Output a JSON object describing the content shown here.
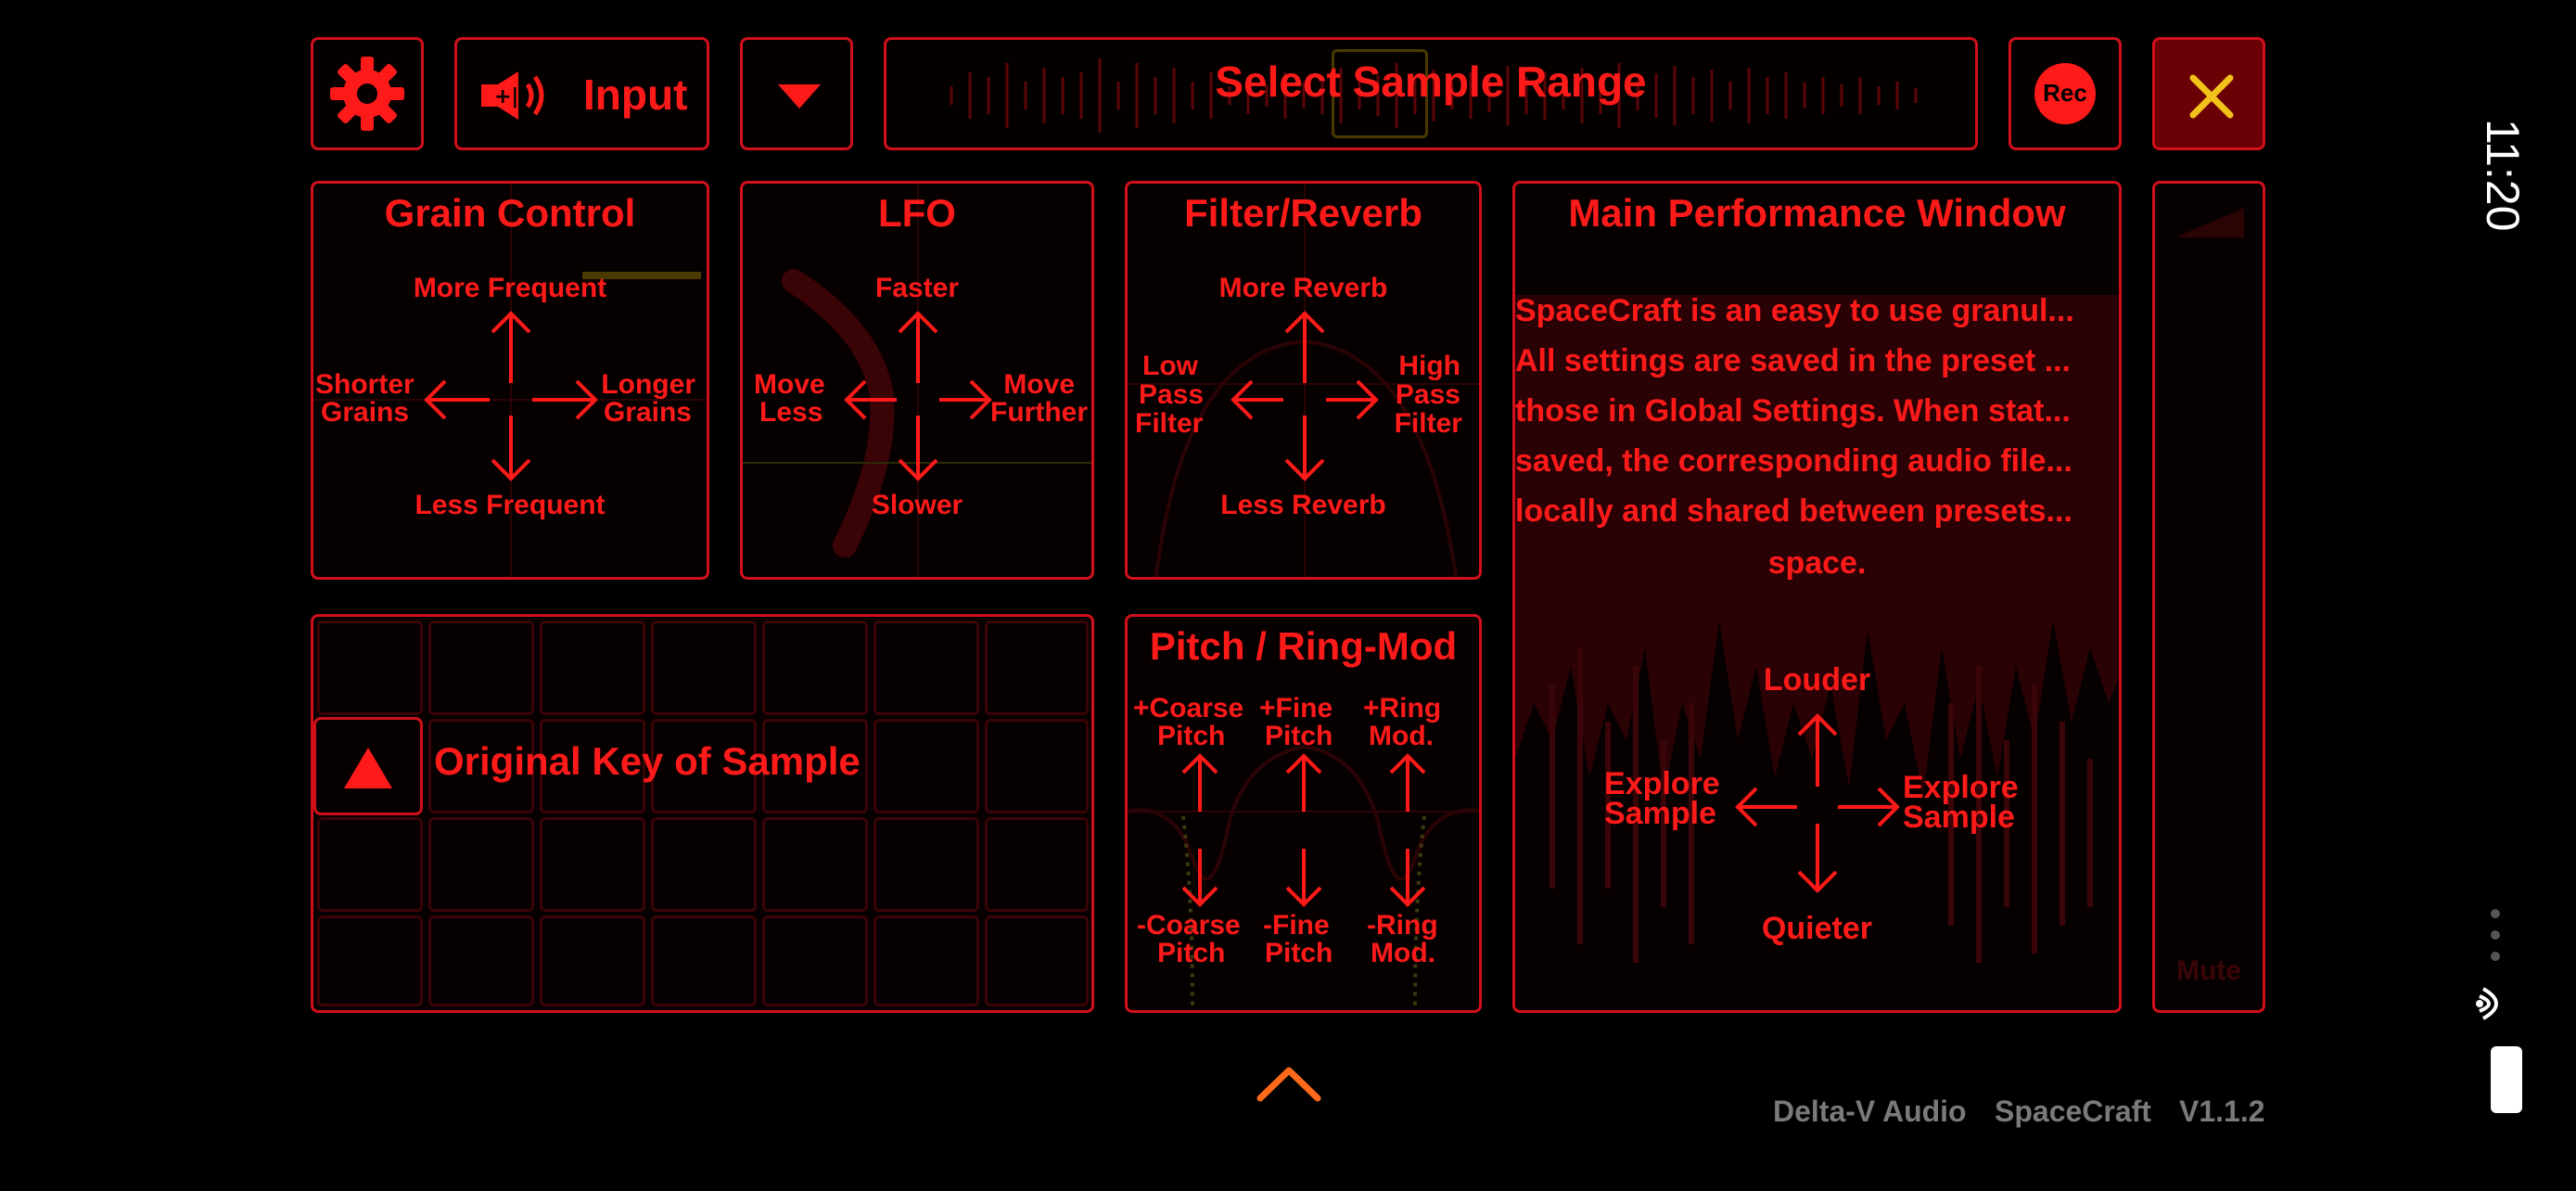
{
  "toolbar": {
    "input_label": "Input",
    "sample_range_label": "Select Sample Range",
    "rec_label": "Rec"
  },
  "grain_control": {
    "title": "Grain Control",
    "up": "More Frequent",
    "down": "Less Frequent",
    "left_l1": "Shorter",
    "left_l2": "Grains",
    "right_l1": "Longer",
    "right_l2": "Grains"
  },
  "lfo": {
    "title": "LFO",
    "up": "Faster",
    "down": "Slower",
    "left_l1": "Move",
    "left_l2": "Less",
    "right_l1": "Move",
    "right_l2": "Further"
  },
  "filter_reverb": {
    "title": "Filter/Reverb",
    "up": "More Reverb",
    "down": "Less Reverb",
    "left_l1": "Low",
    "left_l2": "Pass",
    "left_l3": "Filter",
    "right_l1": "High",
    "right_l2": "Pass",
    "right_l3": "Filter"
  },
  "main_window": {
    "title": "Main Performance Window",
    "desc_lines": [
      "SpaceCraft is an easy to use granul...",
      "All settings are saved in the preset ...",
      "those in Global Settings. When stat...",
      "saved, the corresponding audio file...",
      "locally and shared between presets...",
      "space."
    ],
    "up": "Louder",
    "down": "Quieter",
    "left_l1": "Explore",
    "left_l2": "Sample",
    "right_l1": "Explore",
    "right_l2": "Sample"
  },
  "keyboard": {
    "original_key_label": "Original Key of Sample"
  },
  "pitch_ringmod": {
    "title": "Pitch / Ring-Mod",
    "top": [
      {
        "l1": "+Coarse",
        "l2": "Pitch"
      },
      {
        "l1": "+Fine",
        "l2": "Pitch"
      },
      {
        "l1": "+Ring",
        "l2": "Mod."
      }
    ],
    "bottom": [
      {
        "l1": "-Coarse",
        "l2": "Pitch"
      },
      {
        "l1": "-Fine",
        "l2": "Pitch"
      },
      {
        "l1": "-Ring",
        "l2": "Mod."
      }
    ]
  },
  "volume": {
    "mute_label": "Mute"
  },
  "footer": {
    "company": "Delta-V Audio",
    "app": "SpaceCraft",
    "version": "V1.1.2"
  },
  "status_bar": {
    "time": "11:20"
  },
  "colors": {
    "accent": "#ff1a1a",
    "border": "#d0101a",
    "close_x": "#f2c21b",
    "chevron": "#ff6a1a"
  }
}
